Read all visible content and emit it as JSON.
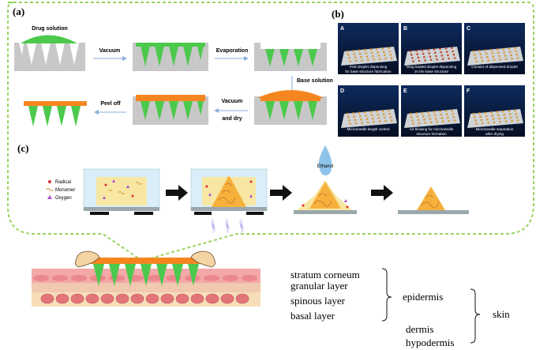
{
  "colors": {
    "green": "#4cc94c",
    "orange": "#f5861f",
    "mold": "#c8c8c8",
    "dashed_border": "#99d45f",
    "hydrogel": "#f7e7a3",
    "water": "#d9eef9",
    "skin_pink": "#f4a8a8",
    "skin_cream": "#f7ddb8"
  },
  "panel_a": {
    "label": "(a)",
    "drug_solution": "Drug solution",
    "vacuum": "Vacuum",
    "evaporation": "Evaporation",
    "base_solution": "Base solution",
    "vacuum_and_dry_1": "Vacuum",
    "vacuum_and_dry_2": "and dry",
    "peel_off": "Peel off"
  },
  "panel_b": {
    "label": "(b)",
    "photos": [
      {
        "letter": "A",
        "cap1": "First droplet dispensing",
        "cap2": "for base structure fabrication"
      },
      {
        "letter": "B",
        "cap1": "Drug loaded droplet dispensing",
        "cap2": "on the base structure"
      },
      {
        "letter": "C",
        "cap1": "Contact of dispensed droplet",
        "cap2": ""
      },
      {
        "letter": "D",
        "cap1": "Microneedle length control",
        "cap2": ""
      },
      {
        "letter": "E",
        "cap1": "Air blowing for microneedle",
        "cap2": "structure formation"
      },
      {
        "letter": "F",
        "cap1": "Microneedle separation",
        "cap2": "after drying"
      }
    ]
  },
  "panel_c": {
    "label": "(c)",
    "legend_radical": "Radical",
    "legend_monomer": "Monomer",
    "legend_oxygen": "Oxygen",
    "ethanol": "Ethanol"
  },
  "skin": {
    "layers": [
      "stratum corneum",
      "granular  layer",
      "spinous layer",
      "basal layer"
    ],
    "epidermis": "epidermis",
    "dermis": "dermis",
    "hypodermis": "hypodermis",
    "skin": "skin"
  }
}
